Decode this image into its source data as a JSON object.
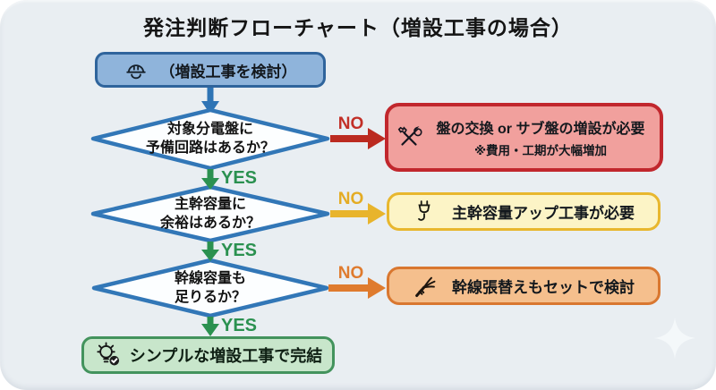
{
  "title": "発注判断フローチャート（増設工事の場合）",
  "colors": {
    "canvas": "#ffffff",
    "card_background": "#e9eef2",
    "flow_blue": "#2e74b5",
    "diamond_border": "#3277b7",
    "diamond_fill": "#fcfeff",
    "yes_green": "#2b9150",
    "no_red": "#bb2a20",
    "no_yellow": "#e8b42c",
    "no_orange": "#df7b2e",
    "start_fill": "#8fb4db",
    "start_border": "#2f649c",
    "danger_fill": "#f1a09d",
    "danger_border": "#c1272d",
    "warning_fill": "#fcf4c6",
    "warning_border": "#e8b72e",
    "caution_fill": "#f5bf8d",
    "caution_border": "#d97730",
    "success_fill": "#c8e6cb",
    "success_border": "#43935d"
  },
  "start": {
    "label": "（増設工事を検討）",
    "icon": "hard-hat-icon"
  },
  "decisions": [
    {
      "line1": "対象分電盤に",
      "line2": "予備回路はあるか？",
      "yes_label": "YES",
      "no_label": "NO"
    },
    {
      "line1": "主幹容量に",
      "line2": "余裕はあるか？",
      "yes_label": "YES",
      "no_label": "NO"
    },
    {
      "line1": "幹線容量も",
      "line2": "足りるか？",
      "yes_label": "YES",
      "no_label": "NO"
    }
  ],
  "outcomes": {
    "panel_replace": {
      "line1": "盤の交換 or サブ盤の増設が必要",
      "line2": "※費用・工期が大幅増加",
      "icon": "crossed-tools-icon"
    },
    "capacity_up": {
      "label": "主幹容量アップ工事が必要",
      "icon": "power-plug-icon"
    },
    "trunk_rewire": {
      "label": "幹線張替えもセットで検討",
      "icon": "cable-icon"
    },
    "simple_done": {
      "label": "シンプルな増設工事で完結",
      "icon": "bulb-check-icon"
    }
  }
}
